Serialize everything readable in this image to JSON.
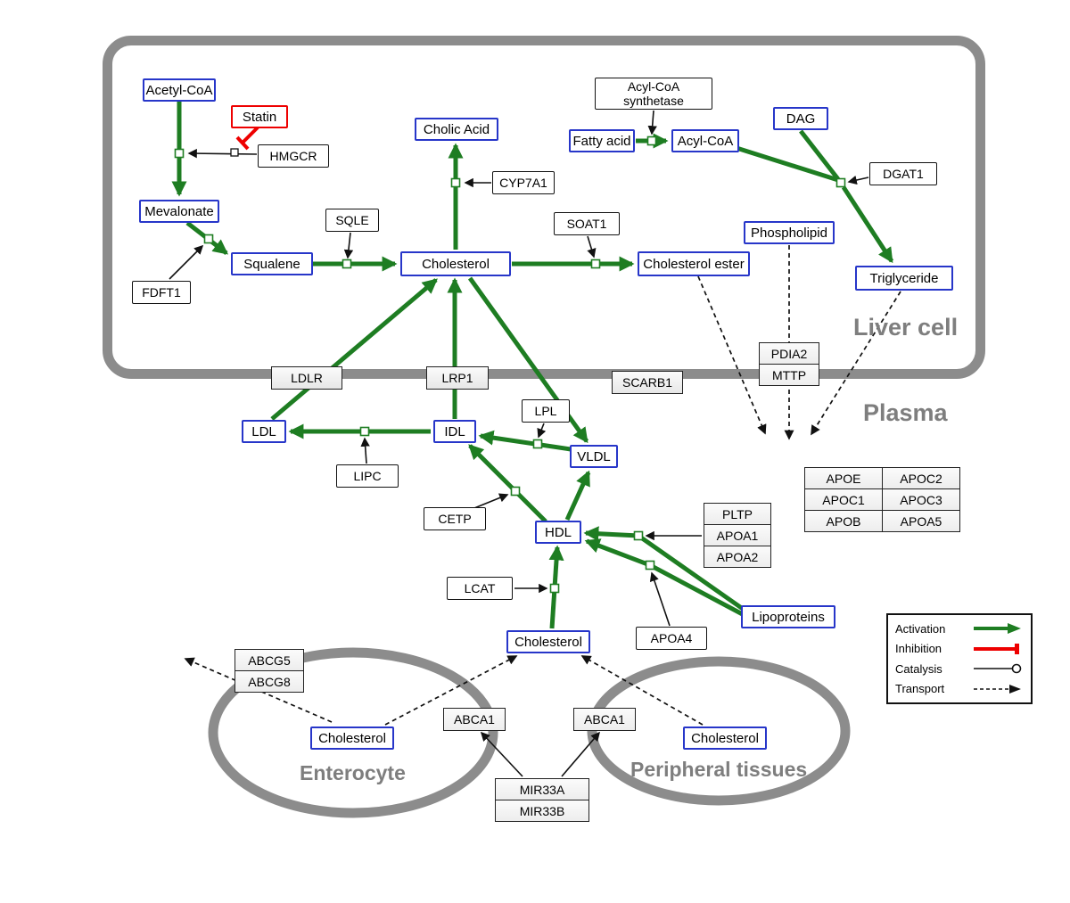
{
  "compartments": {
    "liver": "Liver cell",
    "plasma": "Plasma",
    "enterocyte": "Enterocyte",
    "peripheral": "Peripheral tissues"
  },
  "nodes": {
    "acetyl_coa": "Acetyl-CoA",
    "statin": "Statin",
    "hmgcr": "HMGCR",
    "mevalonate": "Mevalonate",
    "fdft1": "FDFT1",
    "squalene": "Squalene",
    "sqle": "SQLE",
    "cholesterol_liver": "Cholesterol",
    "cholic_acid": "Cholic Acid",
    "cyp7a1": "CYP7A1",
    "soat1": "SOAT1",
    "cholesterol_ester": "Cholesterol ester",
    "acyl_coa_synthetase_line1": "Acyl-CoA",
    "acyl_coa_synthetase_line2": "synthetase",
    "fatty_acid": "Fatty acid",
    "acyl_coa": "Acyl-CoA",
    "dag": "DAG",
    "dgat1": "DGAT1",
    "phospholipid": "Phospholipid",
    "triglyceride": "Triglyceride",
    "ldlr": "LDLR",
    "lrp1": "LRP1",
    "scarb1": "SCARB1",
    "pdia2": "PDIA2",
    "mttp": "MTTP",
    "ldl": "LDL",
    "idl": "IDL",
    "lipc": "LIPC",
    "lpl": "LPL",
    "vldl": "VLDL",
    "cetp": "CETP",
    "hdl": "HDL",
    "lcat": "LCAT",
    "pltp": "PLTP",
    "apoa1": "APOA1",
    "apoa2": "APOA2",
    "apoa4": "APOA4",
    "lipoproteins": "Lipoproteins",
    "apo_table": [
      [
        "APOE",
        "APOC2"
      ],
      [
        "APOC1",
        "APOC3"
      ],
      [
        "APOB",
        "APOA5"
      ]
    ],
    "cholesterol_plasma": "Cholesterol",
    "abcg5": "ABCG5",
    "abcg8": "ABCG8",
    "cholesterol_enterocyte": "Cholesterol",
    "abca1_left": "ABCA1",
    "abca1_right": "ABCA1",
    "cholesterol_peripheral": "Cholesterol",
    "mir33a": "MIR33A",
    "mir33b": "MIR33B"
  },
  "legend": {
    "activation": "Activation",
    "inhibition": "Inhibition",
    "catalysis": "Catalysis",
    "transport": "Transport"
  },
  "colors": {
    "activation": "#1e7d22",
    "inhibition": "#ee0000",
    "metabolite_border": "#2736c9",
    "membrane": "#8c8c8c"
  }
}
